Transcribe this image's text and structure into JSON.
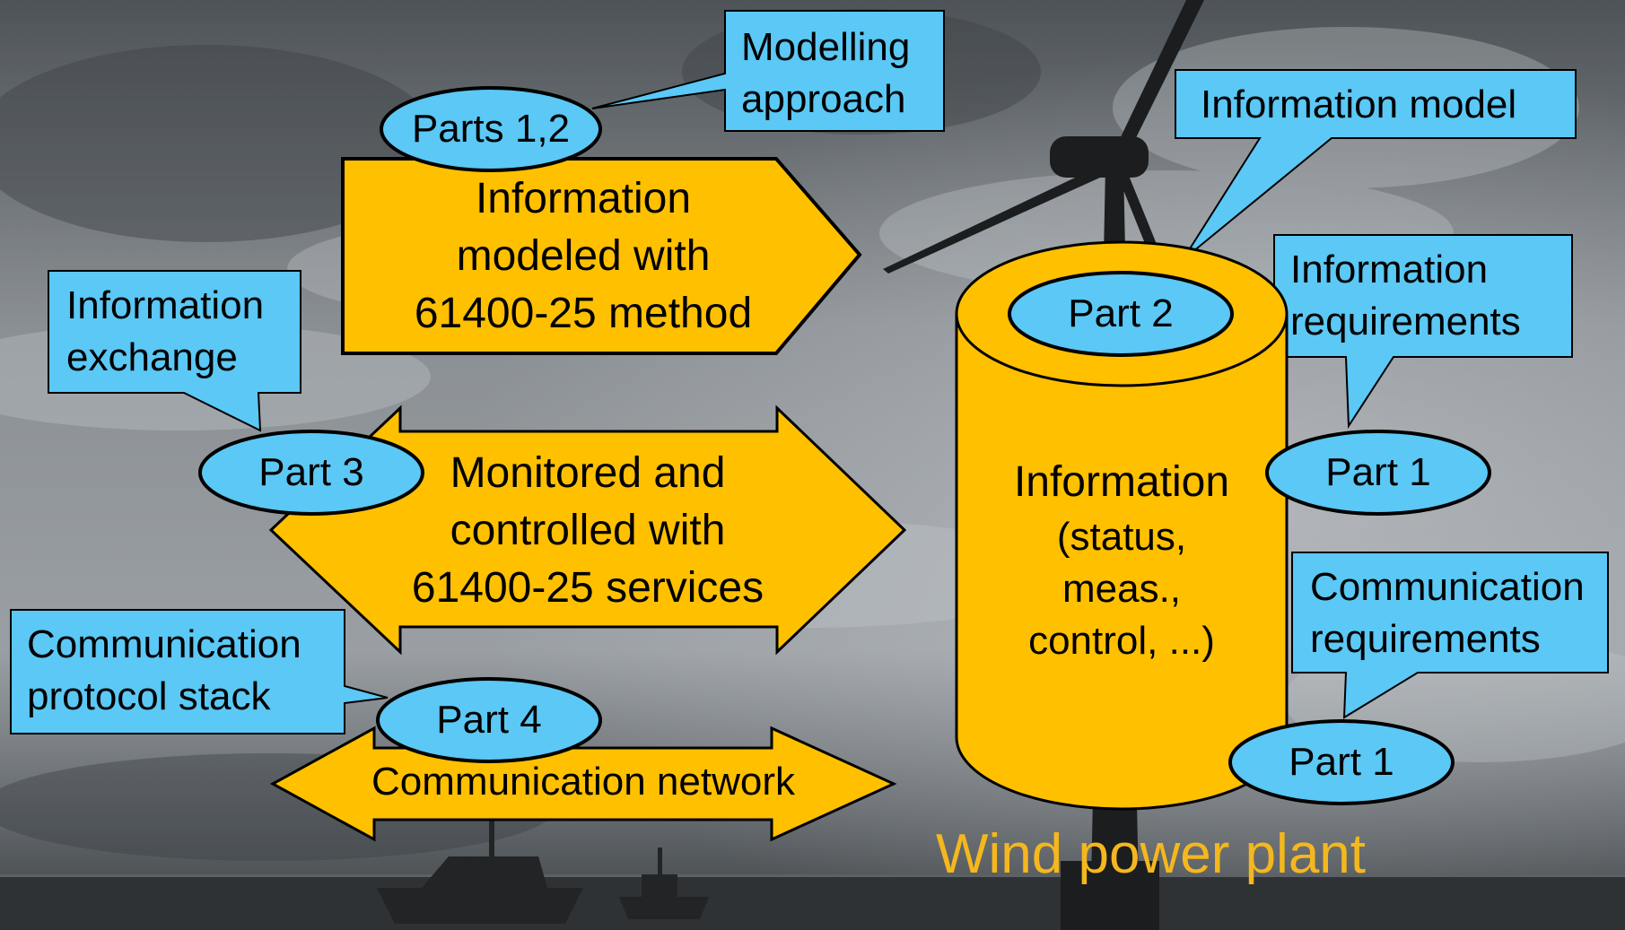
{
  "callouts": {
    "modelling": [
      "Modelling",
      "approach"
    ],
    "information_model": "Information model",
    "information_exchange": [
      "Information",
      "exchange"
    ],
    "information_requirements": [
      "Information",
      "requirements"
    ],
    "communication_requirements": [
      "Communication",
      "requirements"
    ],
    "protocol_stack": [
      "Communication",
      "protocol stack"
    ]
  },
  "parts": {
    "parts_1_2": "Parts 1,2",
    "part_2": "Part 2",
    "part_3": "Part 3",
    "part_1_upper": "Part 1",
    "part_4": "Part 4",
    "part_1_lower": "Part 1"
  },
  "blocks": {
    "modeled": [
      "Information",
      "modeled with",
      "61400-25 method"
    ],
    "monitored": [
      "Monitored and",
      "controlled with",
      "61400-25 services"
    ],
    "network": "Communication network"
  },
  "database": {
    "title": "Information",
    "lines": [
      "(status,",
      "meas.,",
      "control, ...)"
    ]
  },
  "caption": "Wind power plant",
  "colors": {
    "callout_fill": "#5bc8f5",
    "block_fill": "#ffc000",
    "outline": "#000000",
    "caption": "#f4b71e"
  },
  "icons": {
    "background": "wind-turbine-sea-photo",
    "ships": "boat-silhouettes"
  }
}
